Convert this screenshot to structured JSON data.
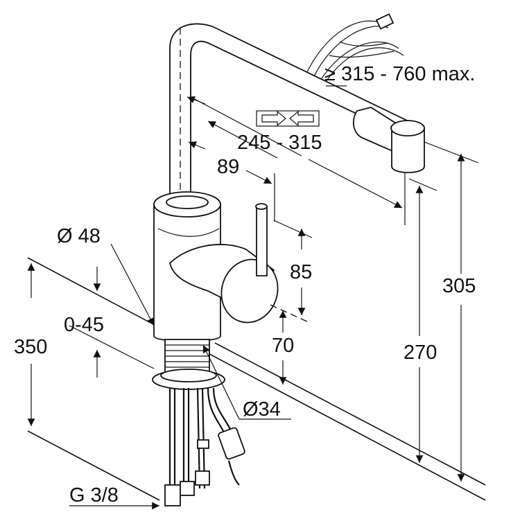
{
  "dimensions": {
    "pull_out": "≥ 315 - 760 max.",
    "spout_reach": "245 - 315",
    "spout_offset": "89",
    "handle_height": "85",
    "total_height": "305",
    "spout_outlet_height": "270",
    "hole_diameter": "Ø 48",
    "counter_thickness": "0-45",
    "hose_length": "350",
    "lever_base": "70",
    "thread_diameter": "Ø34",
    "connection": "G 3/8"
  }
}
